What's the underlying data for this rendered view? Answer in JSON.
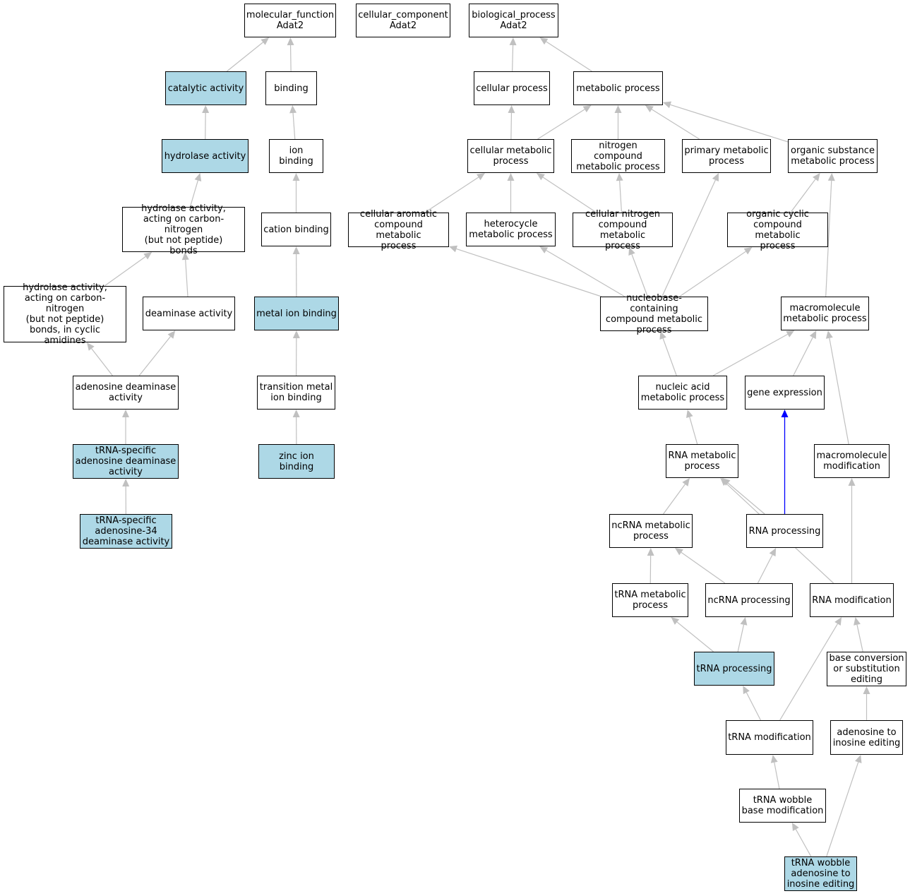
{
  "colors": {
    "highlight": "#add8e6",
    "node_fill": "#ffffff",
    "edge": "#c0c0c0",
    "edge_emphasis": "#0000ff",
    "border": "#000000"
  },
  "nodes": [
    {
      "id": "molecular_function",
      "label": "molecular_function\nAdat2",
      "highlight": false
    },
    {
      "id": "cellular_component",
      "label": "cellular_component\nAdat2",
      "highlight": false
    },
    {
      "id": "biological_process",
      "label": "biological_process\nAdat2",
      "highlight": false
    },
    {
      "id": "catalytic_activity",
      "label": "catalytic activity",
      "highlight": true
    },
    {
      "id": "binding",
      "label": "binding",
      "highlight": false
    },
    {
      "id": "cellular_process",
      "label": "cellular process",
      "highlight": false
    },
    {
      "id": "metabolic_process",
      "label": "metabolic process",
      "highlight": false
    },
    {
      "id": "hydrolase_activity",
      "label": "hydrolase activity",
      "highlight": true
    },
    {
      "id": "ion_binding",
      "label": "ion binding",
      "highlight": false
    },
    {
      "id": "cellular_metabolic_process",
      "label": "cellular metabolic\nprocess",
      "highlight": false
    },
    {
      "id": "nitrogen_compound_metabolic_process",
      "label": "nitrogen compound\nmetabolic process",
      "highlight": false
    },
    {
      "id": "primary_metabolic_process",
      "label": "primary metabolic\nprocess",
      "highlight": false
    },
    {
      "id": "organic_substance_metabolic_process",
      "label": "organic substance\nmetabolic process",
      "highlight": false
    },
    {
      "id": "hydrolase_cn",
      "label": "hydrolase activity,\nacting on carbon-nitrogen\n(but not peptide)\nbonds",
      "highlight": false
    },
    {
      "id": "cation_binding",
      "label": "cation binding",
      "highlight": false
    },
    {
      "id": "cellular_aromatic",
      "label": "cellular aromatic\ncompound metabolic\nprocess",
      "highlight": false
    },
    {
      "id": "heterocycle",
      "label": "heterocycle\nmetabolic process",
      "highlight": false
    },
    {
      "id": "cellular_nitrogen",
      "label": "cellular nitrogen\ncompound metabolic\nprocess",
      "highlight": false
    },
    {
      "id": "organic_cyclic",
      "label": "organic cyclic\ncompound metabolic\nprocess",
      "highlight": false
    },
    {
      "id": "hydrolase_cn_cyclic",
      "label": "hydrolase activity,\nacting on carbon-nitrogen\n(but not peptide)\nbonds, in cyclic\namidines",
      "highlight": false
    },
    {
      "id": "deaminase_activity",
      "label": "deaminase activity",
      "highlight": false
    },
    {
      "id": "metal_ion_binding",
      "label": "metal ion binding",
      "highlight": true
    },
    {
      "id": "nucleobase",
      "label": "nucleobase-containing\ncompound metabolic\nprocess",
      "highlight": false
    },
    {
      "id": "macromolecule_metabolic",
      "label": "macromolecule\nmetabolic process",
      "highlight": false
    },
    {
      "id": "adenosine_deaminase",
      "label": "adenosine deaminase\nactivity",
      "highlight": false
    },
    {
      "id": "transition_metal",
      "label": "transition metal\nion binding",
      "highlight": false
    },
    {
      "id": "nucleic_acid",
      "label": "nucleic acid\nmetabolic process",
      "highlight": false
    },
    {
      "id": "gene_expression",
      "label": "gene expression",
      "highlight": false
    },
    {
      "id": "trna_specific_ad",
      "label": "tRNA-specific\nadenosine deaminase\nactivity",
      "highlight": true
    },
    {
      "id": "zinc_ion_binding",
      "label": "zinc ion binding",
      "highlight": true
    },
    {
      "id": "rna_metabolic",
      "label": "RNA metabolic\nprocess",
      "highlight": false
    },
    {
      "id": "macromolecule_modification",
      "label": "macromolecule\nmodification",
      "highlight": false
    },
    {
      "id": "trna_specific_a34",
      "label": "tRNA-specific\nadenosine-34\ndeaminase activity",
      "highlight": true
    },
    {
      "id": "ncrna_metabolic",
      "label": "ncRNA metabolic\nprocess",
      "highlight": false
    },
    {
      "id": "rna_processing",
      "label": "RNA processing",
      "highlight": false
    },
    {
      "id": "trna_metabolic",
      "label": "tRNA metabolic\nprocess",
      "highlight": false
    },
    {
      "id": "ncrna_processing",
      "label": "ncRNA processing",
      "highlight": false
    },
    {
      "id": "rna_modification",
      "label": "RNA modification",
      "highlight": false
    },
    {
      "id": "trna_processing",
      "label": "tRNA processing",
      "highlight": true
    },
    {
      "id": "base_conversion",
      "label": "base conversion\nor substitution\nediting",
      "highlight": false
    },
    {
      "id": "trna_modification",
      "label": "tRNA modification",
      "highlight": false
    },
    {
      "id": "adenosine_inosine",
      "label": "adenosine to\ninosine editing",
      "highlight": false
    },
    {
      "id": "trna_wobble_base",
      "label": "tRNA wobble\nbase modification",
      "highlight": false
    },
    {
      "id": "trna_wobble_adenosine",
      "label": "tRNA wobble\nadenosine to\ninosine editing",
      "highlight": true
    }
  ],
  "edges": [
    {
      "from": "catalytic_activity",
      "to": "molecular_function"
    },
    {
      "from": "binding",
      "to": "molecular_function"
    },
    {
      "from": "hydrolase_activity",
      "to": "catalytic_activity"
    },
    {
      "from": "ion_binding",
      "to": "binding"
    },
    {
      "from": "hydrolase_cn",
      "to": "hydrolase_activity"
    },
    {
      "from": "cation_binding",
      "to": "ion_binding"
    },
    {
      "from": "hydrolase_cn_cyclic",
      "to": "hydrolase_cn"
    },
    {
      "from": "deaminase_activity",
      "to": "hydrolase_cn"
    },
    {
      "from": "metal_ion_binding",
      "to": "cation_binding"
    },
    {
      "from": "adenosine_deaminase",
      "to": "hydrolase_cn_cyclic"
    },
    {
      "from": "adenosine_deaminase",
      "to": "deaminase_activity"
    },
    {
      "from": "transition_metal",
      "to": "metal_ion_binding"
    },
    {
      "from": "trna_specific_ad",
      "to": "adenosine_deaminase"
    },
    {
      "from": "zinc_ion_binding",
      "to": "transition_metal"
    },
    {
      "from": "trna_specific_a34",
      "to": "trna_specific_ad"
    },
    {
      "from": "cellular_process",
      "to": "biological_process"
    },
    {
      "from": "metabolic_process",
      "to": "biological_process"
    },
    {
      "from": "cellular_metabolic_process",
      "to": "cellular_process"
    },
    {
      "from": "cellular_metabolic_process",
      "to": "metabolic_process"
    },
    {
      "from": "nitrogen_compound_metabolic_process",
      "to": "metabolic_process"
    },
    {
      "from": "primary_metabolic_process",
      "to": "metabolic_process"
    },
    {
      "from": "organic_substance_metabolic_process",
      "to": "metabolic_process"
    },
    {
      "from": "cellular_aromatic",
      "to": "cellular_metabolic_process"
    },
    {
      "from": "heterocycle",
      "to": "cellular_metabolic_process"
    },
    {
      "from": "cellular_nitrogen",
      "to": "cellular_metabolic_process"
    },
    {
      "from": "cellular_nitrogen",
      "to": "nitrogen_compound_metabolic_process"
    },
    {
      "from": "organic_cyclic",
      "to": "organic_substance_metabolic_process"
    },
    {
      "from": "nucleobase",
      "to": "cellular_aromatic"
    },
    {
      "from": "nucleobase",
      "to": "heterocycle"
    },
    {
      "from": "nucleobase",
      "to": "cellular_nitrogen"
    },
    {
      "from": "nucleobase",
      "to": "primary_metabolic_process"
    },
    {
      "from": "nucleobase",
      "to": "organic_cyclic"
    },
    {
      "from": "macromolecule_metabolic",
      "to": "organic_substance_metabolic_process"
    },
    {
      "from": "nucleic_acid",
      "to": "nucleobase"
    },
    {
      "from": "nucleic_acid",
      "to": "macromolecule_metabolic"
    },
    {
      "from": "gene_expression",
      "to": "macromolecule_metabolic"
    },
    {
      "from": "macromolecule_modification",
      "to": "macromolecule_metabolic"
    },
    {
      "from": "rna_metabolic",
      "to": "nucleic_acid"
    },
    {
      "from": "ncrna_metabolic",
      "to": "rna_metabolic"
    },
    {
      "from": "rna_processing",
      "to": "rna_metabolic"
    },
    {
      "from": "rna_processing",
      "to": "gene_expression",
      "emphasis": true
    },
    {
      "from": "rna_modification",
      "to": "rna_metabolic"
    },
    {
      "from": "rna_modification",
      "to": "macromolecule_modification"
    },
    {
      "from": "trna_metabolic",
      "to": "ncrna_metabolic"
    },
    {
      "from": "ncrna_processing",
      "to": "ncrna_metabolic"
    },
    {
      "from": "ncrna_processing",
      "to": "rna_processing"
    },
    {
      "from": "trna_processing",
      "to": "trna_metabolic"
    },
    {
      "from": "trna_processing",
      "to": "ncrna_processing"
    },
    {
      "from": "base_conversion",
      "to": "rna_modification"
    },
    {
      "from": "trna_modification",
      "to": "trna_processing"
    },
    {
      "from": "trna_modification",
      "to": "rna_modification"
    },
    {
      "from": "adenosine_inosine",
      "to": "base_conversion"
    },
    {
      "from": "trna_wobble_base",
      "to": "trna_modification"
    },
    {
      "from": "trna_wobble_adenosine",
      "to": "trna_wobble_base"
    },
    {
      "from": "trna_wobble_adenosine",
      "to": "adenosine_inosine"
    }
  ]
}
